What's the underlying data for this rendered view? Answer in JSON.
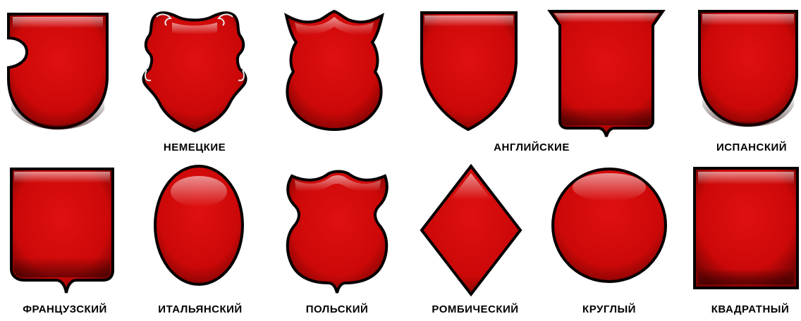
{
  "colors": {
    "shield_red": "#d40c0c",
    "shield_dark": "#5e0303",
    "shield_light": "#ff5a5a",
    "outline": "#050000",
    "label_text": "#000000",
    "background": "#ffffff"
  },
  "shields": [
    {
      "id": "plain-left",
      "label": "",
      "notes": "shield with notch on left side"
    },
    {
      "id": "german",
      "label": "НЕМЕЦКИЕ"
    },
    {
      "id": "german-2",
      "label": ""
    },
    {
      "id": "english",
      "label": "АНГЛИЙСКИЕ"
    },
    {
      "id": "english-2",
      "label": ""
    },
    {
      "id": "spanish",
      "label": "ИСПАНСКИЙ"
    },
    {
      "id": "french",
      "label": "ФРАНЦУЗСКИЙ"
    },
    {
      "id": "italian",
      "label": "ИТАЛЬЯНСКИЙ"
    },
    {
      "id": "polish",
      "label": "ПОЛЬСКИЙ"
    },
    {
      "id": "rhombic",
      "label": "РОМБИЧЕСКИЙ"
    },
    {
      "id": "round",
      "label": "КРУГЛЫЙ"
    },
    {
      "id": "square",
      "label": "КВАДРАТНЫЙ"
    }
  ],
  "labels": {
    "german": "НЕМЕЦКИЕ",
    "english": "АНГЛИЙСКИЕ",
    "spanish": "ИСПАНСКИЙ",
    "french": "ФРАНЦУЗСКИЙ",
    "italian": "ИТАЛЬЯНСКИЙ",
    "polish": "ПОЛЬСКИЙ",
    "rhombic": "РОМБИЧЕСКИЙ",
    "round": "КРУГЛЫЙ",
    "square": "КВАДРАТНЫЙ"
  }
}
